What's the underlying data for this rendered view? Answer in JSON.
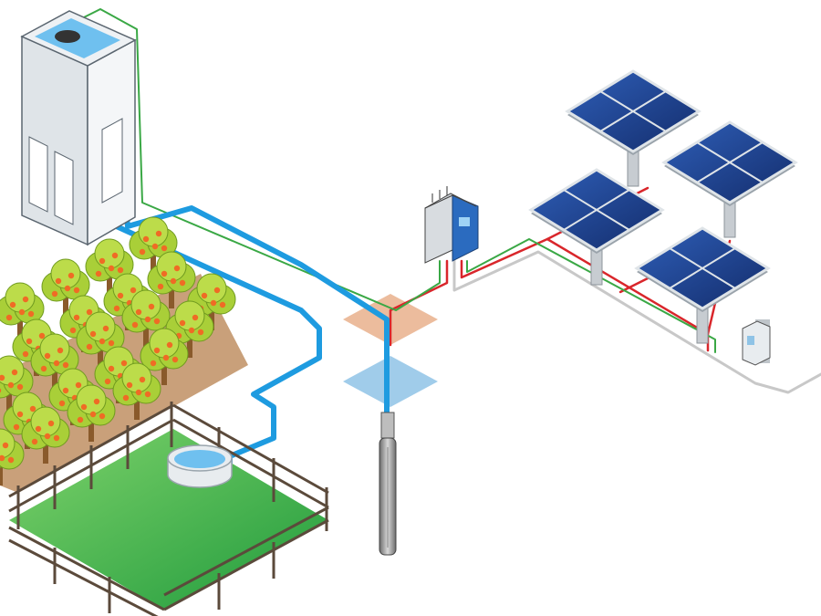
{
  "diagram": {
    "components": [
      {
        "id": "water-tower",
        "icon": "water-tower-icon"
      },
      {
        "id": "orchard",
        "icon": "tree-icon"
      },
      {
        "id": "water-trough",
        "icon": "trough-icon"
      },
      {
        "id": "pasture",
        "icon": "fence-icon"
      },
      {
        "id": "submersible-pump",
        "icon": "pump-icon"
      },
      {
        "id": "pump-controller",
        "icon": "controller-icon"
      },
      {
        "id": "solar-array",
        "icon": "solar-panel-icon",
        "panel_count": 4
      },
      {
        "id": "float-switch-box",
        "icon": "switch-box-icon"
      }
    ],
    "colors": {
      "water_pipe": "#1e9be0",
      "positive_cable": "#d9262b",
      "signal_cable": "#3aa845",
      "ground_cable": "#c8c8c8",
      "panel_blue": "#1a3f8c",
      "grass": "#3db64a",
      "soil": "#c9a07a",
      "tree_foliage": "#a9cf38",
      "fruit": "#ef6b25",
      "tower_body": "#eef1f4",
      "ground_layer": "#e9b08c",
      "aquifer_layer": "#8fc3e6"
    }
  }
}
